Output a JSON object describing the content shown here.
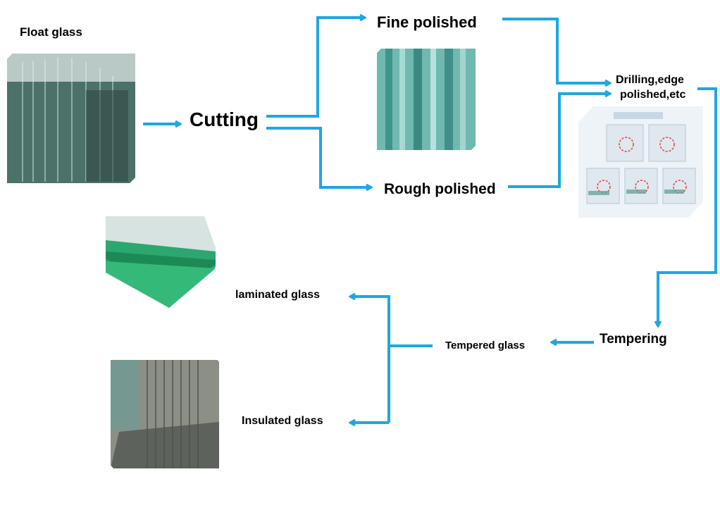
{
  "title": "",
  "steps": {
    "float_glass": "Float glass",
    "cutting": "Cutting",
    "fine_polished": "Fine polished",
    "rough_polished": "Rough polished",
    "drilling_line1": "Drilling,edge",
    "drilling_line2": "polished,etc",
    "tempering": "Tempering",
    "tempered_glass": "Tempered glass",
    "laminated_glass": "laminated glass",
    "insulated_glass": "Insulated glass"
  },
  "colors": {
    "arrow": "#1ea7e1",
    "glass_green": "#2fb07a",
    "frame": "#ffffff"
  },
  "photos": [
    "float-glass-photo",
    "fine-polished-photo",
    "product-detail-photo",
    "laminated-glass-photo",
    "insulated-glass-photo"
  ]
}
